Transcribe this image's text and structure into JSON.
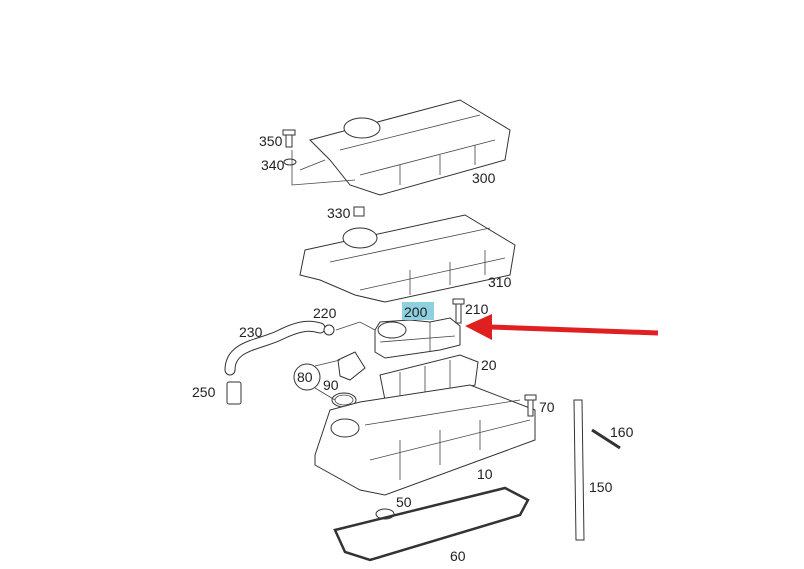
{
  "diagram": {
    "highlighted_part": "200",
    "highlight_color": "#8ecfe0",
    "arrow_color": "#e02020",
    "labels": {
      "p350": "350",
      "p340": "340",
      "p300": "300",
      "p330": "330",
      "p310": "310",
      "p220": "220",
      "p200": "200",
      "p210": "210",
      "p230": "230",
      "p20": "20",
      "p80": "80",
      "p90": "90",
      "p250": "250",
      "p70": "70",
      "p160": "160",
      "p10": "10",
      "p150": "150",
      "p50": "50",
      "p60": "60"
    }
  }
}
